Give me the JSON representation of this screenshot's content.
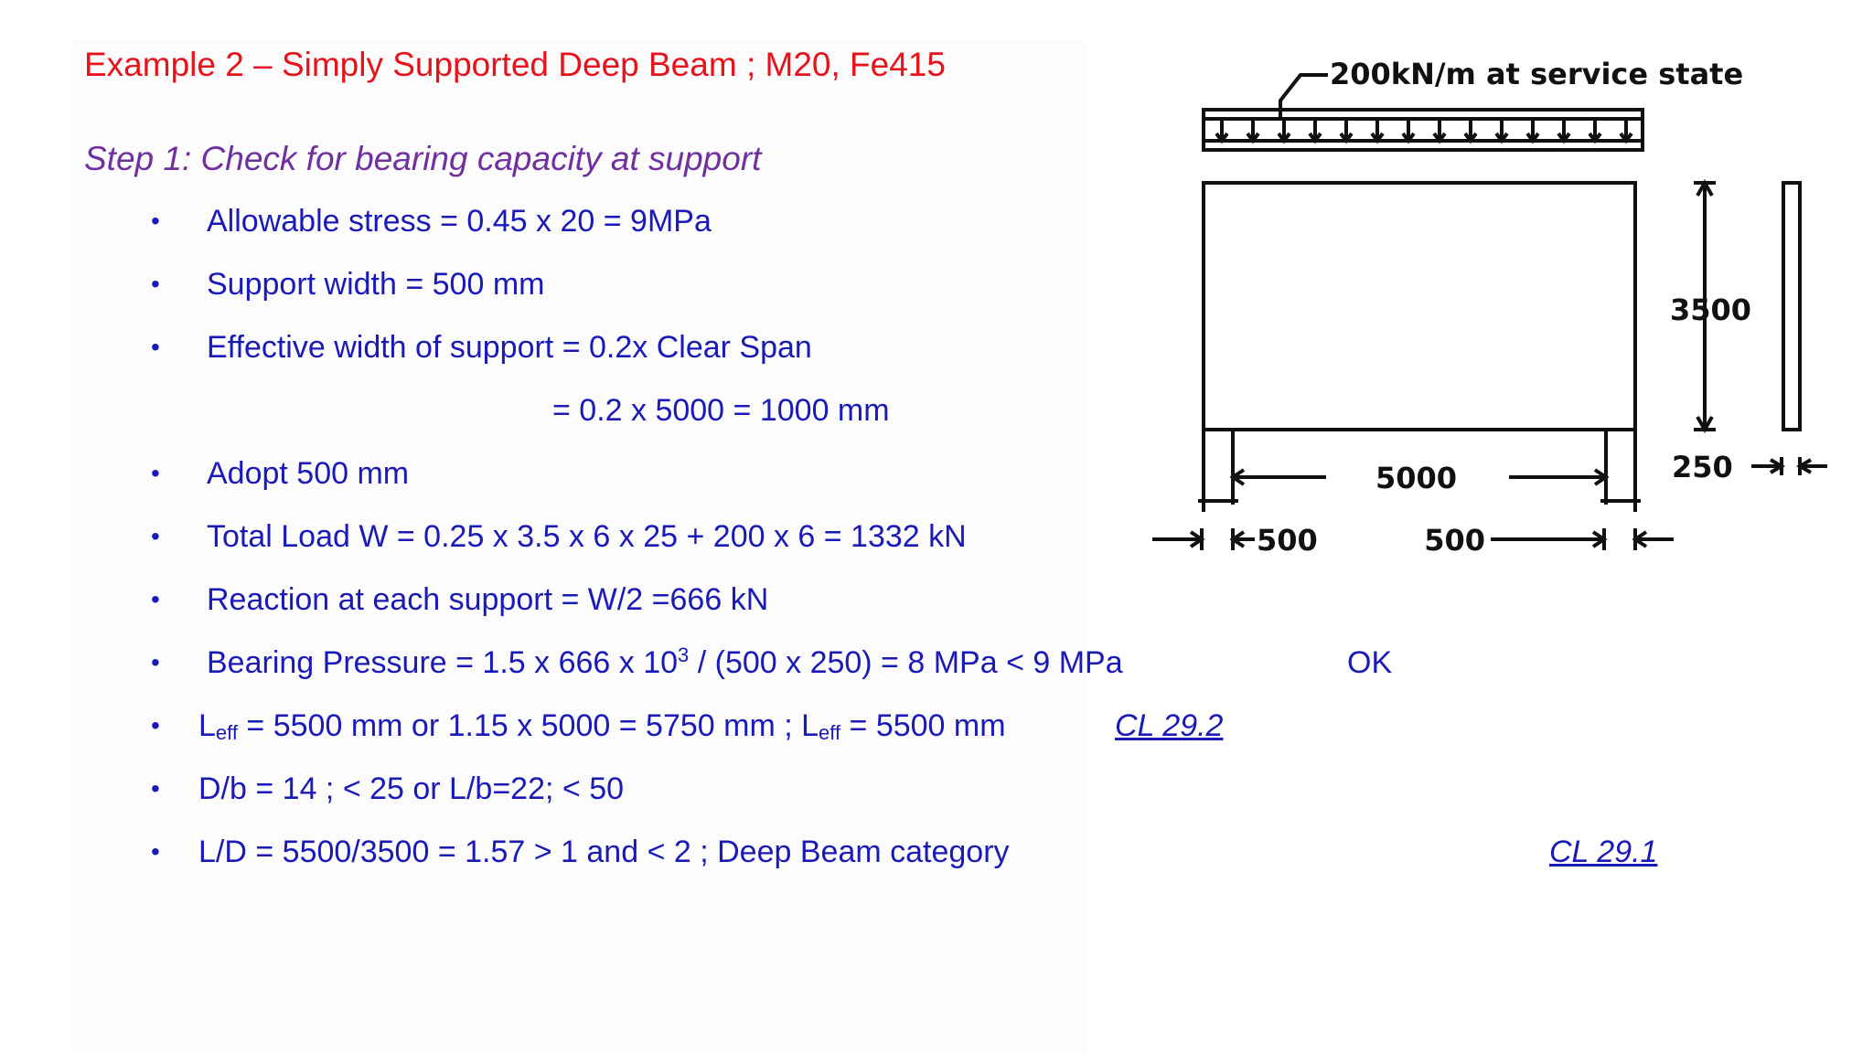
{
  "title": "Example 2 – Simply Supported Deep Beam ; M20, Fe415",
  "step": "Step 1: Check for bearing capacity at support",
  "bullet_glyph": "•",
  "lines": {
    "allowable_stress": "Allowable stress = 0.45 x 20 = 9MPa",
    "support_width": "Support width = 500 mm",
    "effective_width": "Effective width of support = 0.2x Clear Span",
    "effective_width_calc": "= 0.2 x 5000 = 1000 mm",
    "adopt": "Adopt 500 mm",
    "total_load": "Total Load W = 0.25 x 3.5 x 6 x 25 + 200 x 6 = 1332 kN",
    "reaction": "Reaction at each support = W/2 =666 kN",
    "bearing_part1": "Bearing Pressure = 1.5 x 666 x 10",
    "bearing_sup": "3",
    "bearing_part2": " / (500 x 250) = 8 MPa < 9 MPa",
    "bearing_status": "OK",
    "leff_l1": "L",
    "leff_sub1": "eff",
    "leff_mid": " = 5500 mm or 1.15 x 5000 = 5750 mm ; L",
    "leff_sub2": "eff",
    "leff_end": " = 5500 mm",
    "leff_ref": "CL 29.2",
    "db": "D/b  = 14 ; < 25 or L/b=22; < 50",
    "ld": "L/D = 5500/3500 = 1.57  > 1 and < 2 ;  Deep Beam category",
    "ld_ref": "CL 29.1"
  },
  "figure": {
    "load_label": "200kN/m at service state",
    "height_label": "3500",
    "thickness_label": "250",
    "span_label": "5000",
    "left_support_label": "500",
    "right_support_label": "500"
  }
}
